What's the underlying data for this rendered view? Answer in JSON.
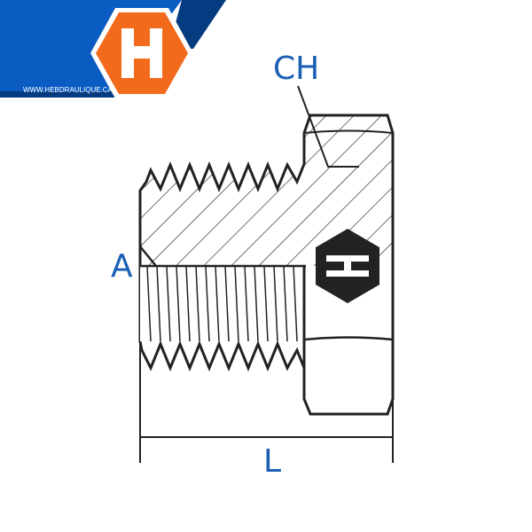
{
  "logo": {
    "website": "WWW.HEBDRAULIQUE.CA",
    "letter": "H"
  },
  "dimensions": {
    "ch": "CH",
    "a": "A",
    "l": "L"
  },
  "colors": {
    "brand_blue": "#0a5cc2",
    "dark_blue": "#053b80",
    "orange": "#f26b1d",
    "label_blue": "#1a5fb4",
    "line": "#222222"
  }
}
